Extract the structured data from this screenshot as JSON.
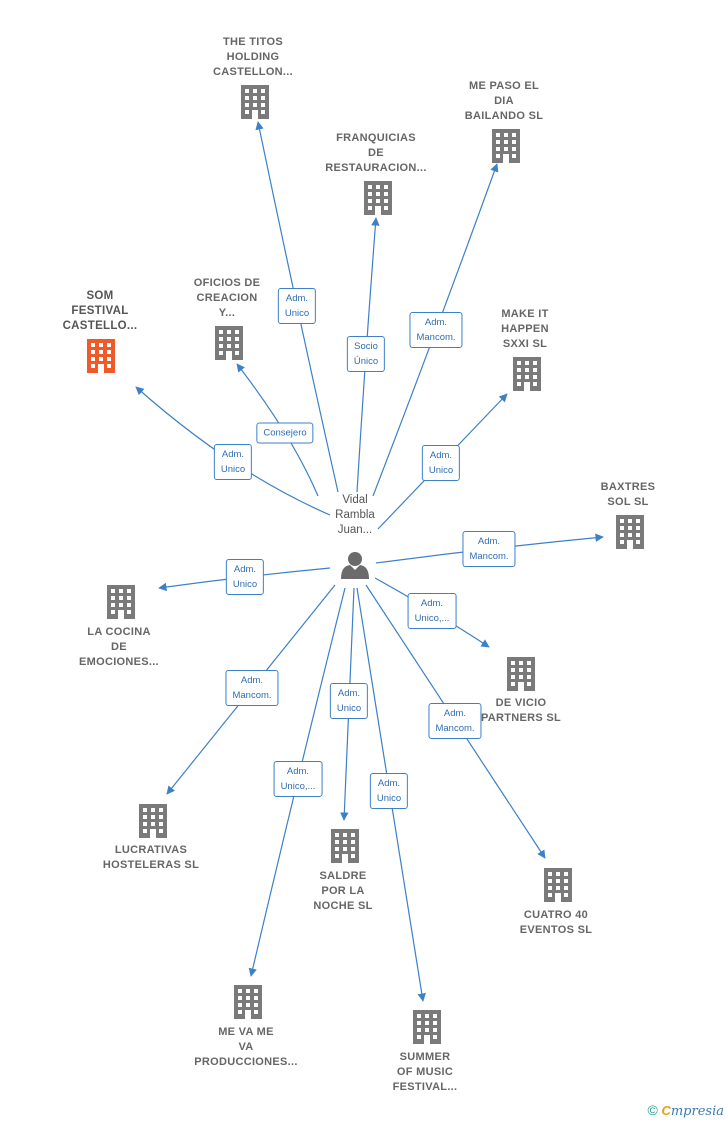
{
  "center": {
    "name_lines": [
      "Vidal",
      "Rambla",
      "Juan..."
    ],
    "icon": "person-icon"
  },
  "companies": [
    {
      "id": "the-titos",
      "lines": [
        "THE TITOS",
        "HOLDING",
        "CASTELLON..."
      ],
      "highlight": false
    },
    {
      "id": "me-paso",
      "lines": [
        "ME PASO EL",
        "DIA",
        "BAILANDO  SL"
      ],
      "highlight": false
    },
    {
      "id": "franquicias",
      "lines": [
        "FRANQUICIAS",
        "DE",
        "RESTAURACION..."
      ],
      "highlight": false
    },
    {
      "id": "som-festival",
      "lines": [
        "SOM",
        "FESTIVAL",
        "CASTELLO..."
      ],
      "highlight": true
    },
    {
      "id": "oficios",
      "lines": [
        "OFICIOS DE",
        "CREACION",
        "Y..."
      ],
      "highlight": false
    },
    {
      "id": "make-it",
      "lines": [
        "MAKE IT",
        "HAPPEN",
        "SXXI  SL"
      ],
      "highlight": false
    },
    {
      "id": "baxtres",
      "lines": [
        "BAXTRES",
        "SOL SL"
      ],
      "highlight": false
    },
    {
      "id": "la-cocina",
      "lines": [
        "LA COCINA",
        "DE",
        "EMOCIONES..."
      ],
      "highlight": false
    },
    {
      "id": "de-vicio",
      "lines": [
        "DE VICIO",
        "PARTNERS  SL"
      ],
      "highlight": false
    },
    {
      "id": "lucrativas",
      "lines": [
        "LUCRATIVAS",
        "HOSTELERAS SL"
      ],
      "highlight": false
    },
    {
      "id": "saldre",
      "lines": [
        "SALDRE",
        "POR LA",
        "NOCHE  SL"
      ],
      "highlight": false
    },
    {
      "id": "cuatro40",
      "lines": [
        "CUATRO 40",
        "EVENTOS SL"
      ],
      "highlight": false
    },
    {
      "id": "me-va-me",
      "lines": [
        "ME VA ME",
        "VA",
        "PRODUCCIONES..."
      ],
      "highlight": false
    },
    {
      "id": "summer",
      "lines": [
        "SUMMER",
        "OF MUSIC",
        "FESTIVAL..."
      ],
      "highlight": false
    }
  ],
  "edges": [
    {
      "to": "the-titos",
      "label_lines": [
        "Adm.",
        "Unico"
      ]
    },
    {
      "to": "franquicias",
      "label_lines": [
        "Socio",
        "Único"
      ]
    },
    {
      "to": "me-paso",
      "label_lines": [
        "Adm.",
        "Mancom."
      ]
    },
    {
      "to": "oficios",
      "label_lines": [
        "Consejero"
      ]
    },
    {
      "to": "som-festival",
      "label_lines": [
        "Adm.",
        "Unico"
      ]
    },
    {
      "to": "make-it",
      "label_lines": [
        "Adm.",
        "Unico"
      ]
    },
    {
      "to": "baxtres",
      "label_lines": [
        "Adm.",
        "Mancom."
      ]
    },
    {
      "to": "la-cocina",
      "label_lines": [
        "Adm.",
        "Unico"
      ]
    },
    {
      "to": "de-vicio",
      "label_lines": [
        "Adm.",
        "Unico,..."
      ]
    },
    {
      "to": "lucrativas",
      "label_lines": [
        "Adm.",
        "Mancom."
      ]
    },
    {
      "to": "saldre",
      "label_lines": [
        "Adm.",
        "Unico"
      ]
    },
    {
      "to": "cuatro40",
      "label_lines": [
        "Adm.",
        "Mancom."
      ]
    },
    {
      "to": "me-va-me",
      "label_lines": [
        "Adm.",
        "Unico,..."
      ]
    },
    {
      "to": "summer",
      "label_lines": [
        "Adm.",
        "Unico"
      ]
    }
  ],
  "colors": {
    "edge": "#3c80c8",
    "building": "#7a7a7a",
    "building_highlight": "#f05a28",
    "person": "#6b6b6b"
  },
  "footer": {
    "copyright_symbol": "©",
    "brand_first": "C",
    "brand_rest": "mpresia"
  }
}
